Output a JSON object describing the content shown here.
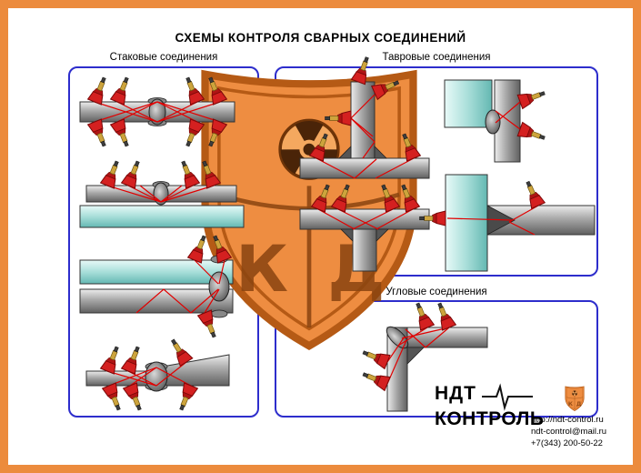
{
  "page": {
    "title": "СХЕМЫ КОНТРОЛЯ СВАРНЫХ СОЕДИНЕНИЙ"
  },
  "panels": {
    "butt": {
      "label": "Стаковые соединения"
    },
    "tee": {
      "label": "Тавровые соединения"
    },
    "corner": {
      "label": "Угловые соединения"
    }
  },
  "watermark": {
    "letter_left": "К",
    "letter_right": "Д"
  },
  "brand": {
    "name_top": "НДТ",
    "name_bottom": "КОНТРОЛЬ",
    "website": "http://ndt-control.ru",
    "email": "ndt-control@mail.ru",
    "phone": "+7(343) 200-50-22"
  },
  "colors": {
    "frame_orange": "#ec8b3d",
    "panel_border_blue": "#2d2dcc",
    "probe_red": "#d42020",
    "ray_red": "#e10000",
    "steel_gray": "#a8a8a8",
    "pipe_cyan": "#a8ded9",
    "shield_orange": "#ee8d41"
  }
}
